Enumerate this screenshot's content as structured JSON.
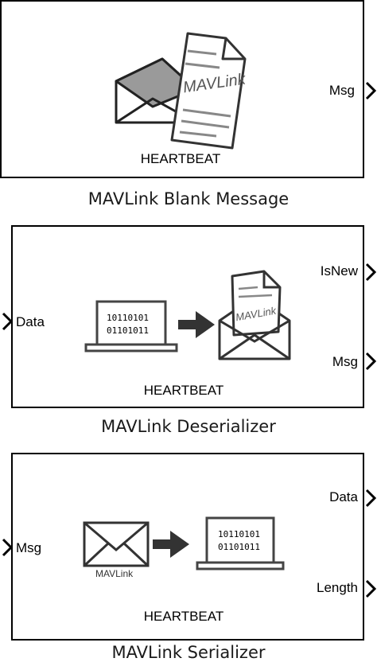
{
  "blocks": {
    "blank": {
      "caption": "MAVLink Blank Message",
      "message_name": "HEARTBEAT",
      "doc_label": "MAVLink",
      "outputs": [
        "Msg"
      ]
    },
    "deserializer": {
      "caption": "MAVLink Deserializer",
      "message_name": "HEARTBEAT",
      "doc_label": "MAVLink",
      "inputs": [
        "Data"
      ],
      "outputs": [
        "IsNew",
        "Msg"
      ],
      "binary_line1": "10110101",
      "binary_line2": "01101011"
    },
    "serializer": {
      "caption": "MAVLink Serializer",
      "message_name": "HEARTBEAT",
      "envelope_label": "MAVLink",
      "inputs": [
        "Msg"
      ],
      "outputs": [
        "Data",
        "Length"
      ],
      "binary_line1": "10110101",
      "binary_line2": "01101011"
    }
  }
}
